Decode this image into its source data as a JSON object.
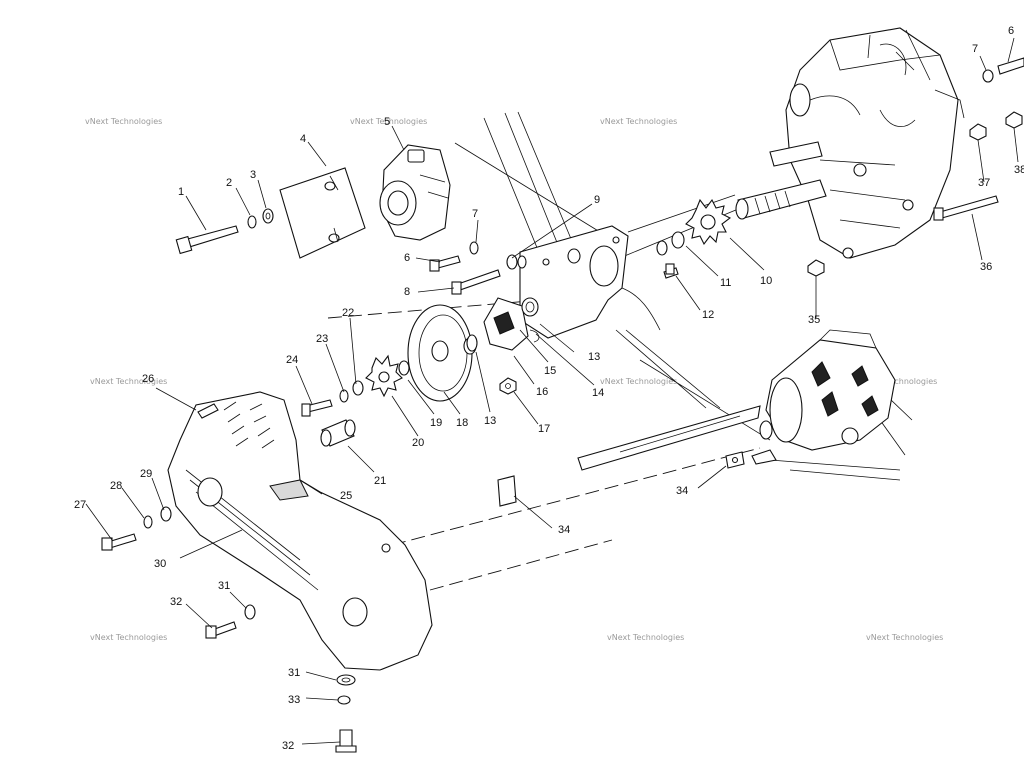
{
  "watermark": {
    "text": "vNext Technologies"
  },
  "callouts": {
    "c1": "1",
    "c2": "2",
    "c3": "3",
    "c4": "4",
    "c5": "5",
    "c6a": "6",
    "c6b": "6",
    "c7a": "7",
    "c7b": "7",
    "c8": "8",
    "c9": "9",
    "c10": "10",
    "c11": "11",
    "c12": "12",
    "c13a": "13",
    "c13b": "13",
    "c14": "14",
    "c15": "15",
    "c16": "16",
    "c17": "17",
    "c18": "18",
    "c19": "19",
    "c20": "20",
    "c21": "21",
    "c22": "22",
    "c23": "23",
    "c24": "24",
    "c25": "25",
    "c26": "26",
    "c27": "27",
    "c28": "28",
    "c29": "29",
    "c30": "30",
    "c31a": "31",
    "c31b": "31",
    "c32a": "32",
    "c32b": "32",
    "c33": "33",
    "c34a": "34",
    "c34b": "34",
    "c35": "35",
    "c36": "36",
    "c37": "37",
    "c38": "38"
  }
}
